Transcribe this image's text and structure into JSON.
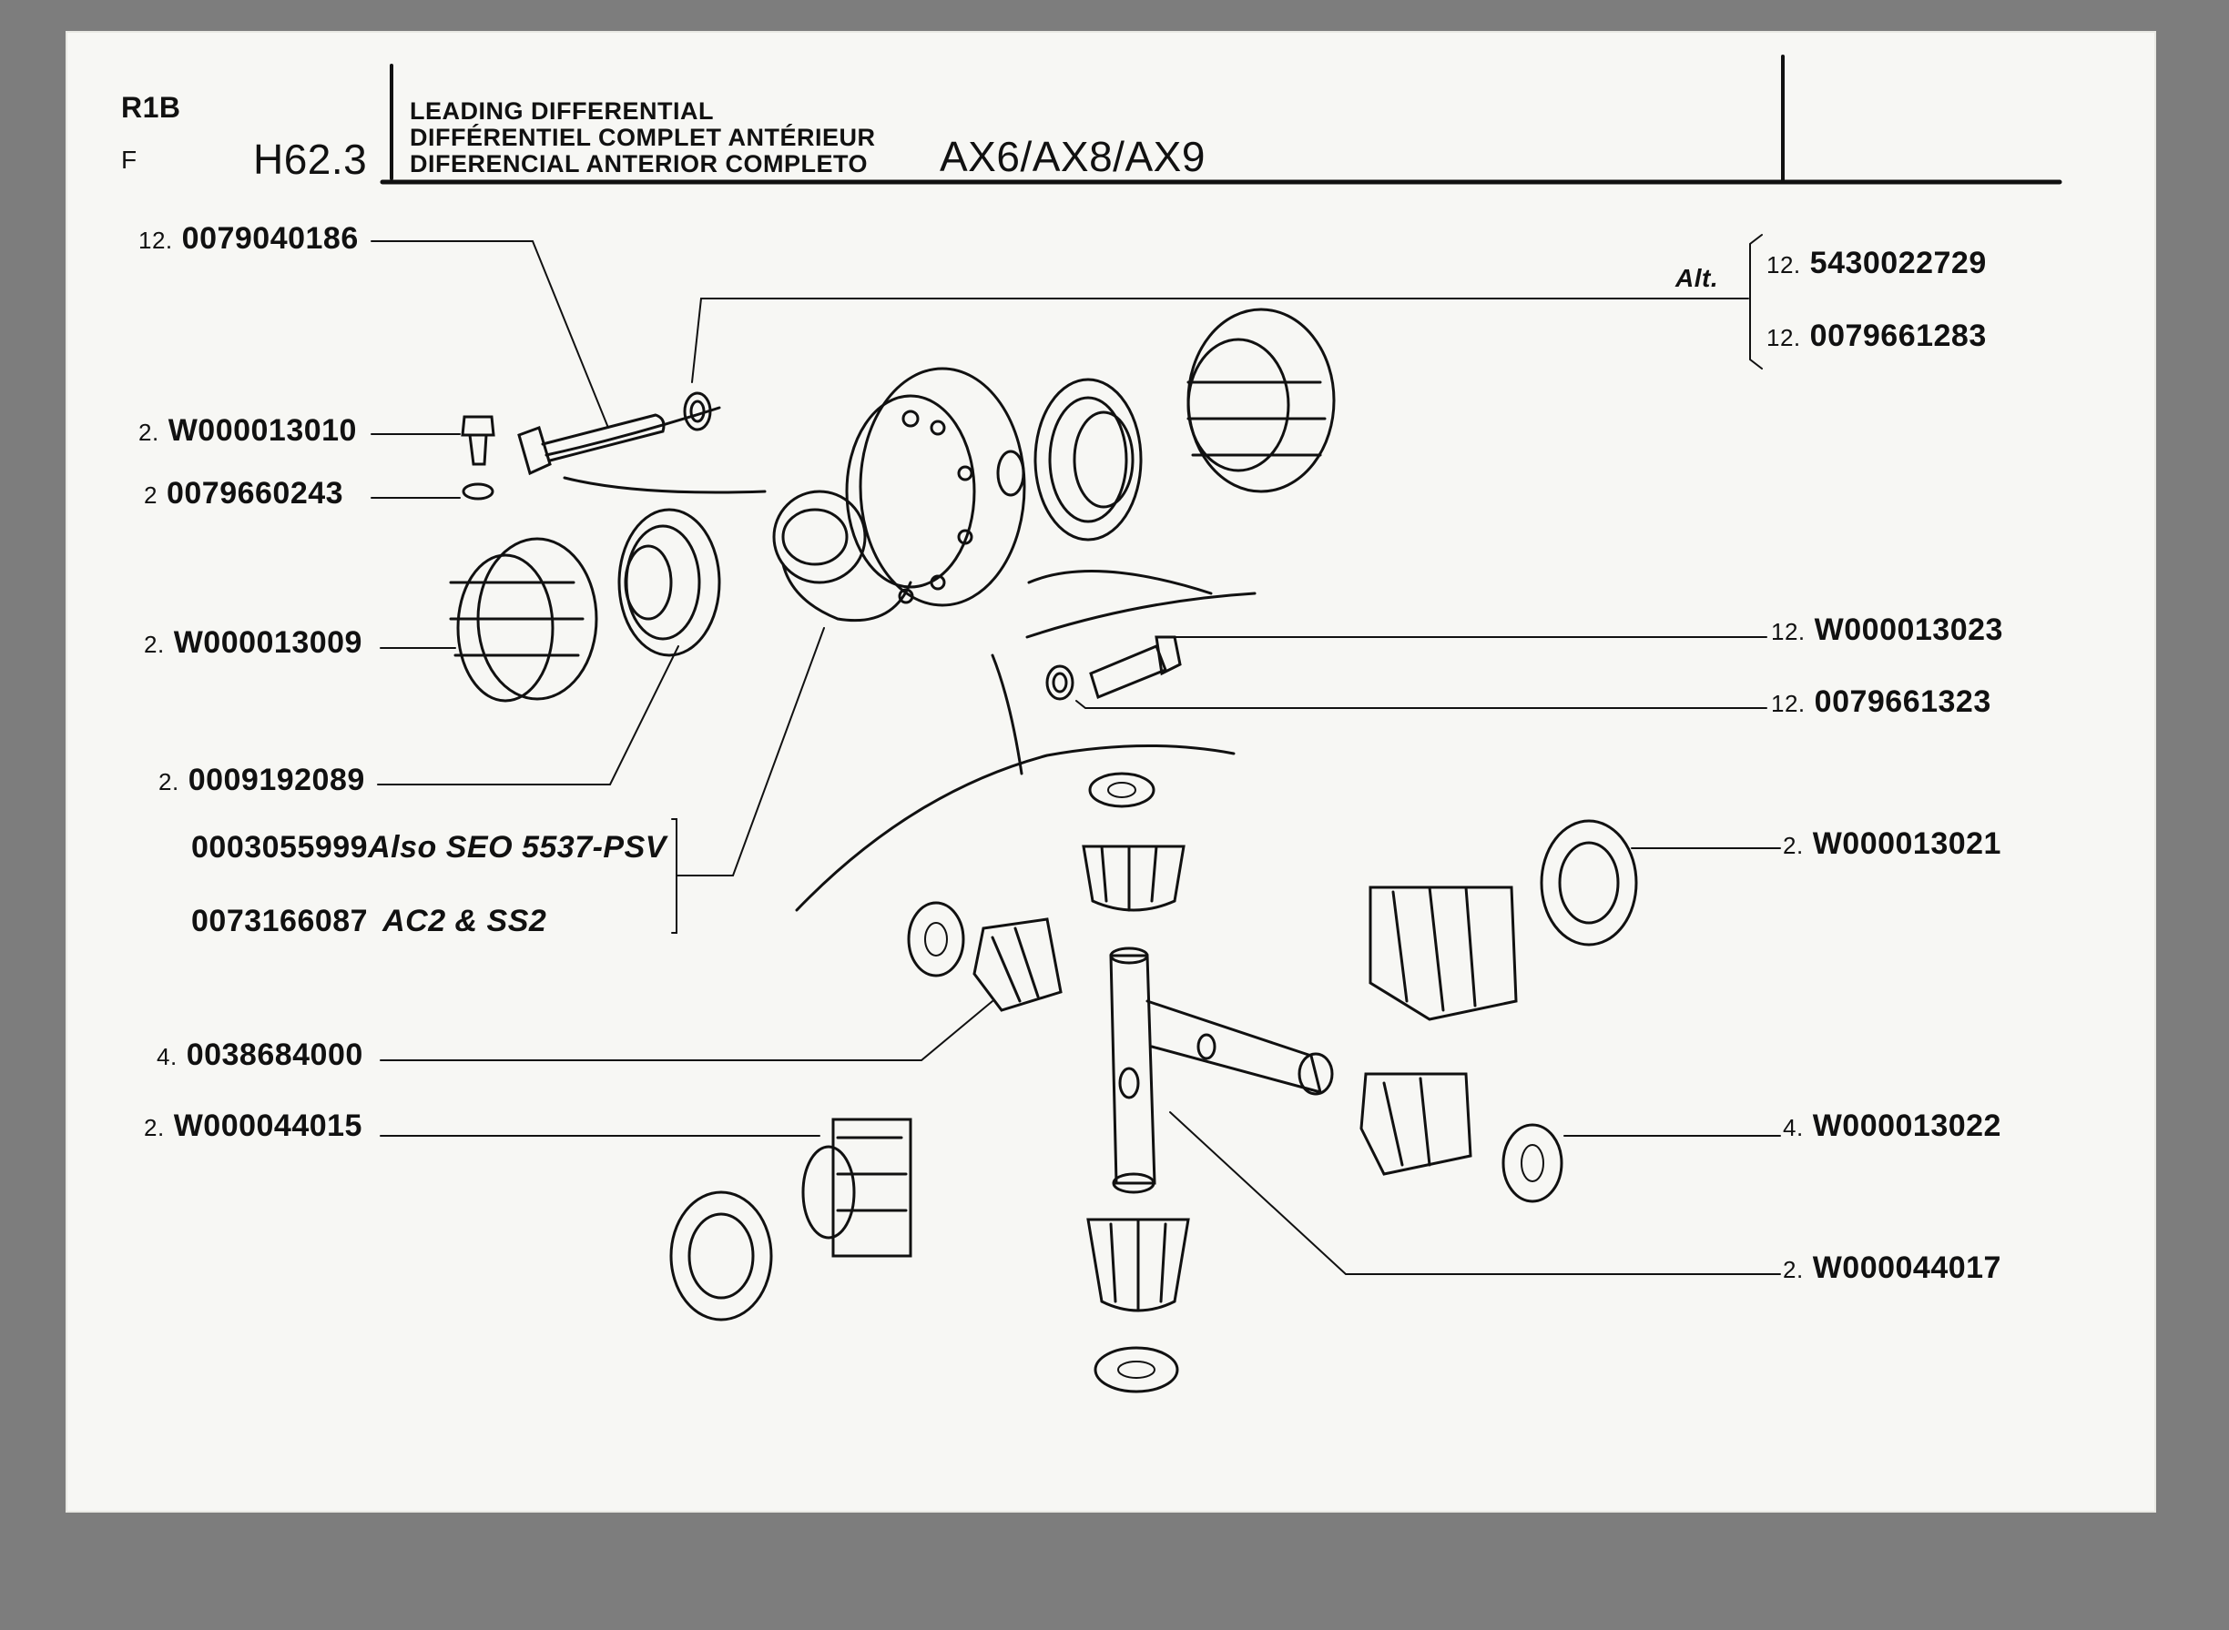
{
  "header": {
    "code": "R1B",
    "language": "F",
    "page": "H62.3",
    "title_lines": [
      "LEADING DIFFERENTIAL",
      "DIFFÉRENTIEL COMPLET ANTÉRIEUR",
      "DIFERENCIAL ANTERIOR COMPLETO"
    ],
    "models": "AX6/AX8/AX9"
  },
  "callouts_left": [
    {
      "qty": "12.",
      "part": "0079040186"
    },
    {
      "qty": "2.",
      "part": "W000013010"
    },
    {
      "qty": "2",
      "part": "0079660243"
    },
    {
      "qty": "2.",
      "part": "W000013009"
    },
    {
      "qty": "2.",
      "part": "0009192089"
    },
    {
      "qty": "",
      "part": "0003055999",
      "note": "Also SEO 5537-PSV"
    },
    {
      "qty": "",
      "part": "0073166087",
      "note": "AC2 & SS2"
    },
    {
      "qty": "4.",
      "part": "0038684000"
    },
    {
      "qty": "2.",
      "part": "W000044015"
    }
  ],
  "callouts_right": [
    {
      "qty": "12.",
      "part": "5430022729"
    },
    {
      "qty": "12.",
      "part": "0079661283"
    },
    {
      "qty": "12.",
      "part": "W000013023"
    },
    {
      "qty": "12.",
      "part": "0079661323"
    },
    {
      "qty": "2.",
      "part": "W000013021"
    },
    {
      "qty": "4.",
      "part": "W000013022"
    },
    {
      "qty": "2.",
      "part": "W000044017"
    }
  ],
  "alt_label": "Alt."
}
